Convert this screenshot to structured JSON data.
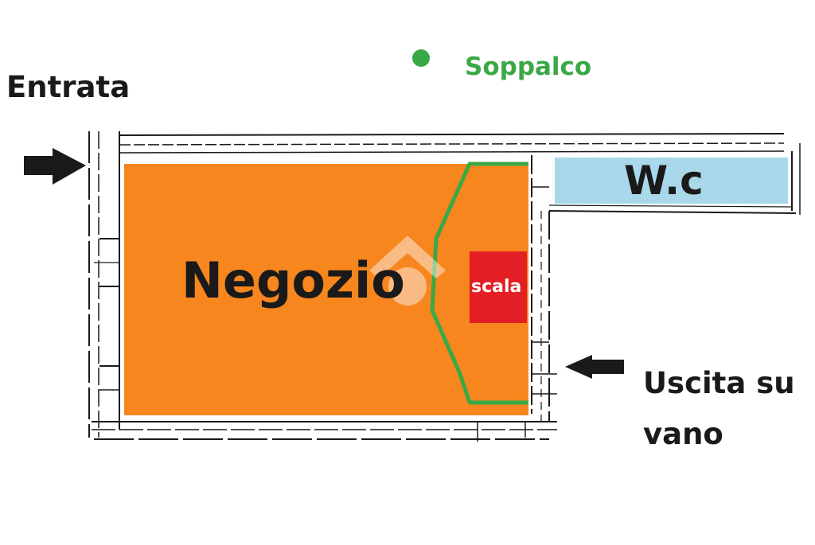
{
  "labels": {
    "entrata": "Entrata",
    "soppalco": "Soppalco",
    "uscita_line1": "Uscita su",
    "uscita_line2": "vano",
    "negozio": "Negozio",
    "wc": "W.c",
    "scala": "scala"
  },
  "colors": {
    "negozio": "#f7861f",
    "wc": "#a8d8ea",
    "scala": "#e31e24",
    "soppalco": "#3aa845",
    "walls": "#1a1a1a",
    "background": "#ffffff"
  },
  "icons": {
    "entrance": "arrow-right-icon",
    "exit": "arrow-left-icon",
    "mezzanine_legend": "dot-icon",
    "watermark": "house-logo-icon"
  }
}
